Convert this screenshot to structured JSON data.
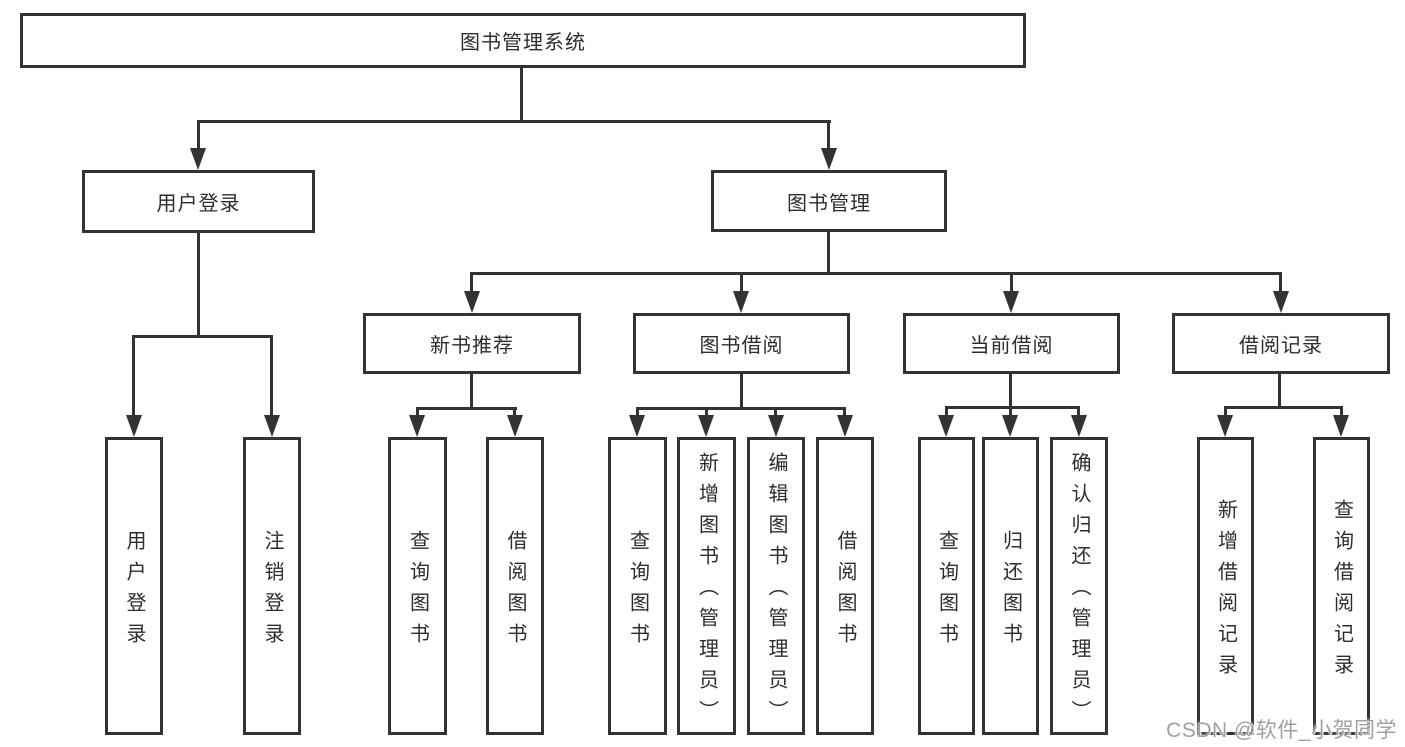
{
  "diagram": {
    "title": "图书管理系统",
    "type": "hierarchy-tree"
  },
  "nodes": {
    "root": {
      "label": "图书管理系统"
    },
    "user_login": {
      "label": "用户登录"
    },
    "book_mgmt": {
      "label": "图书管理"
    },
    "new_book_rec": {
      "label": "新书推荐"
    },
    "book_borrow": {
      "label": "图书借阅"
    },
    "current_borrow": {
      "label": "当前借阅"
    },
    "borrow_records": {
      "label": "借阅记录"
    },
    "leaf_user_login": {
      "label": "用户登录"
    },
    "leaf_logout": {
      "label": "注销登录"
    },
    "leaf_query_book_1": {
      "label": "查询图书"
    },
    "leaf_borrow_book_1": {
      "label": "借阅图书"
    },
    "leaf_query_book_2": {
      "label": "查询图书"
    },
    "leaf_add_book": {
      "label": "新增图书（管理员）"
    },
    "leaf_edit_book": {
      "label": "编辑图书（管理员）"
    },
    "leaf_borrow_book_2": {
      "label": "借阅图书"
    },
    "leaf_query_book_3": {
      "label": "查询图书"
    },
    "leaf_return_book": {
      "label": "归还图书"
    },
    "leaf_confirm_return": {
      "label": "确认归还（管理员）"
    },
    "leaf_add_record": {
      "label": "新增借阅记录"
    },
    "leaf_query_record": {
      "label": "查询借阅记录"
    }
  },
  "edges": [
    {
      "from": "root",
      "to": "user_login"
    },
    {
      "from": "root",
      "to": "book_mgmt"
    },
    {
      "from": "user_login",
      "to": "leaf_user_login"
    },
    {
      "from": "user_login",
      "to": "leaf_logout"
    },
    {
      "from": "book_mgmt",
      "to": "new_book_rec"
    },
    {
      "from": "book_mgmt",
      "to": "book_borrow"
    },
    {
      "from": "book_mgmt",
      "to": "current_borrow"
    },
    {
      "from": "book_mgmt",
      "to": "borrow_records"
    },
    {
      "from": "new_book_rec",
      "to": "leaf_query_book_1"
    },
    {
      "from": "new_book_rec",
      "to": "leaf_borrow_book_1"
    },
    {
      "from": "book_borrow",
      "to": "leaf_query_book_2"
    },
    {
      "from": "book_borrow",
      "to": "leaf_add_book"
    },
    {
      "from": "book_borrow",
      "to": "leaf_edit_book"
    },
    {
      "from": "book_borrow",
      "to": "leaf_borrow_book_2"
    },
    {
      "from": "current_borrow",
      "to": "leaf_query_book_3"
    },
    {
      "from": "current_borrow",
      "to": "leaf_return_book"
    },
    {
      "from": "current_borrow",
      "to": "leaf_confirm_return"
    },
    {
      "from": "borrow_records",
      "to": "leaf_add_record"
    },
    {
      "from": "borrow_records",
      "to": "leaf_query_record"
    }
  ],
  "colors": {
    "line": "#333333",
    "text": "#2c2c33",
    "background": "#ffffff",
    "watermark": "#a0a0a0"
  },
  "watermark": {
    "text": "CSDN @软件_小贺同学"
  }
}
